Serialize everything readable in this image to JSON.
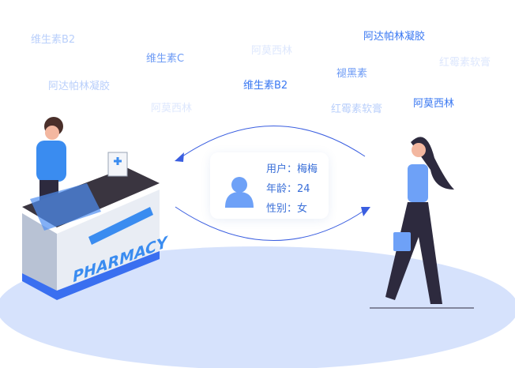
{
  "floating_tags": [
    {
      "text": "维生素B2",
      "tone": "light"
    },
    {
      "text": "维生素C",
      "tone": "mid"
    },
    {
      "text": "阿莫西林",
      "tone": "faint"
    },
    {
      "text": "阿达帕林凝胶",
      "tone": "strong"
    },
    {
      "text": "红霉素软膏",
      "tone": "faint"
    },
    {
      "text": "褪黑素",
      "tone": "mid"
    },
    {
      "text": "阿达帕林凝胶",
      "tone": "light"
    },
    {
      "text": "维生素B2",
      "tone": "strong"
    },
    {
      "text": "阿莫西林",
      "tone": "faint"
    },
    {
      "text": "红霉素软膏",
      "tone": "light"
    },
    {
      "text": "阿莫西林",
      "tone": "strong"
    }
  ],
  "user_card": {
    "name_line": "用户：梅梅",
    "age_line": "年龄：24",
    "gender_line": "性别：女"
  },
  "counter_sign": "PHARMACY",
  "colors": {
    "accent": "#3a78f2",
    "floor": "#d6e2fc",
    "avatar": "#6ea1f7"
  }
}
